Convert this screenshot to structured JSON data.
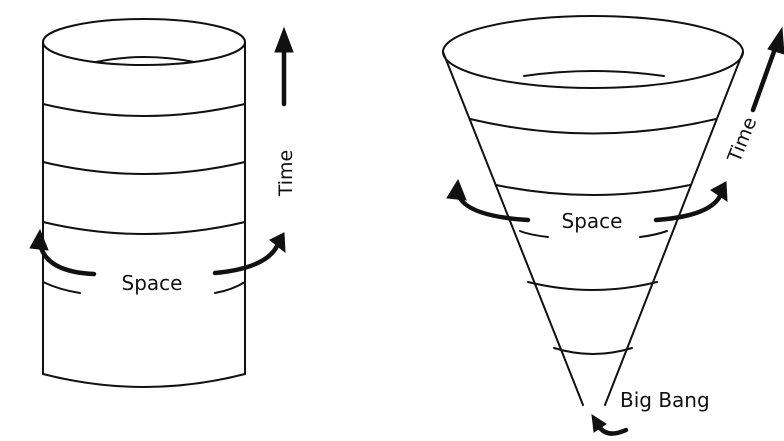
{
  "left_figure": {
    "time_label": "Time",
    "space_label": "Space"
  },
  "right_figure": {
    "time_label": "Time",
    "space_label": "Space",
    "origin_label": "Big Bang"
  },
  "colors": {
    "ink": "#111111",
    "background": "#ffffff"
  }
}
